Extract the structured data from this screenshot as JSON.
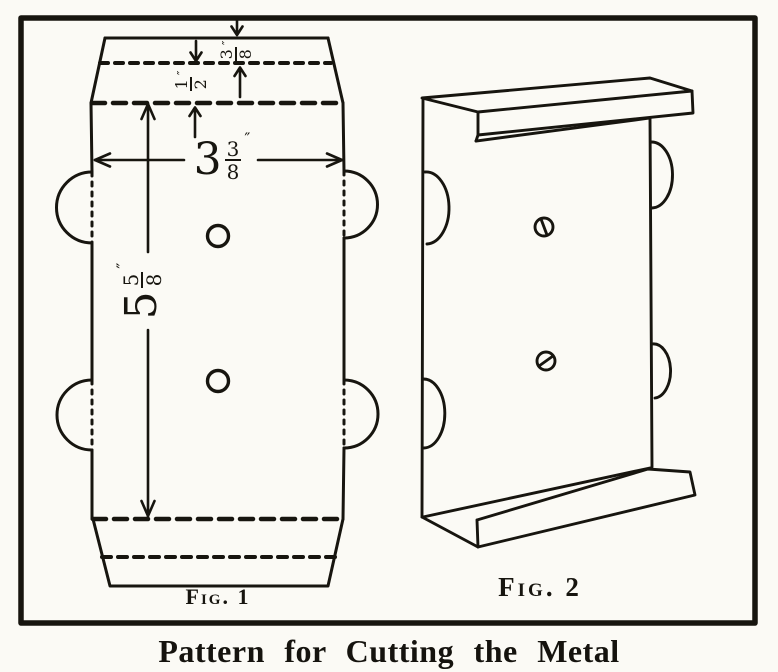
{
  "caption": "Pattern for Cutting the Metal",
  "figure1": {
    "label": "Fig. 1",
    "dimensions": {
      "width": {
        "whole": "3",
        "num": "3",
        "den": "8",
        "unit": "″"
      },
      "height": {
        "whole": "5",
        "num": "5",
        "den": "8",
        "unit": "″"
      },
      "top_flap": {
        "num": "3",
        "den": "8",
        "unit": "″"
      },
      "second_flap": {
        "num": "1",
        "den": "2",
        "unit": "″"
      }
    }
  },
  "figure2": {
    "label": "Fig. 2"
  },
  "colors": {
    "ink": "#17150f",
    "paper": "#fbfaf5"
  }
}
